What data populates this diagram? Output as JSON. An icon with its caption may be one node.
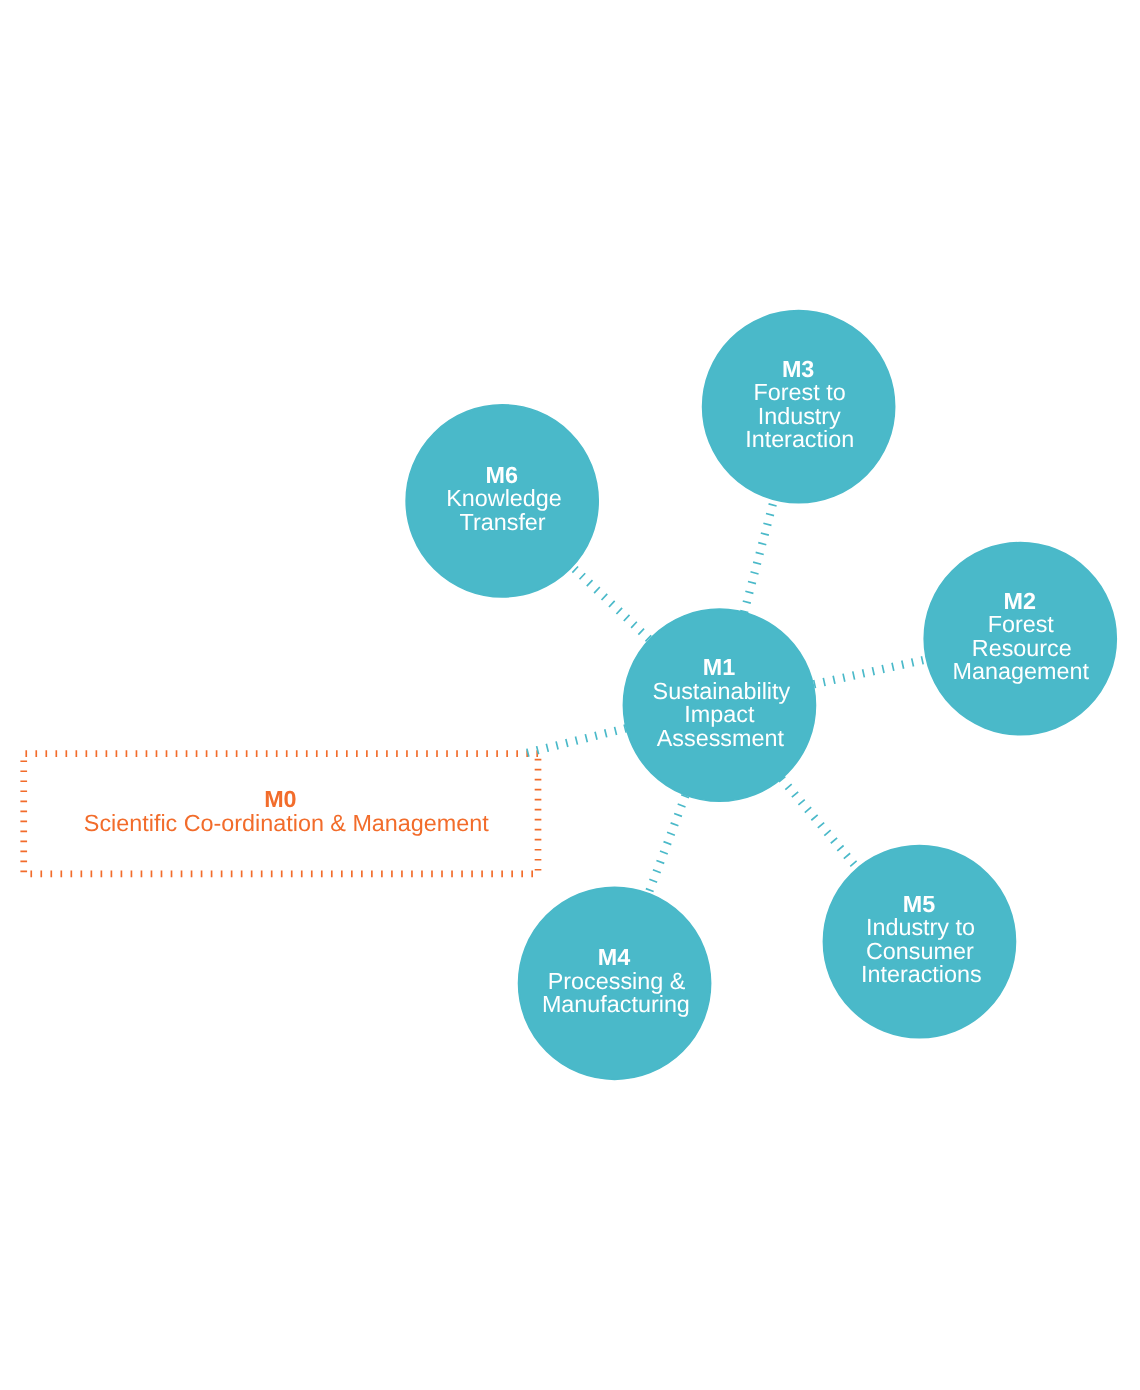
{
  "diagram": {
    "nodes": [
      {
        "text": [
          "M6",
          "Knowledge Transfer"
        ]
      },
      {
        "text": [
          "M2",
          "Forest Resource Management"
        ]
      },
      {
        "text": [
          "M5",
          "Industry to Consumer Interactions"
        ]
      },
      {
        "text": [
          "M1",
          "Sustainability Impact Assessment"
        ]
      },
      {
        "text": [
          "M3",
          "Forest to Industry Interaction"
        ]
      },
      {
        "text": [
          "M4",
          "Processing & Manufacturing"
        ]
      },
      {
        "text": [
          "M0",
          "Scientific Co-ordination & Management"
        ]
      }
    ],
    "edges": [
      {
        "from": 3,
        "to": 0,
        "arrow": "none"
      },
      {
        "from": 3,
        "to": 1,
        "arrow": "none"
      },
      {
        "from": 3,
        "to": 2,
        "arrow": "none"
      },
      {
        "from": 3,
        "to": 4,
        "arrow": "none"
      },
      {
        "from": 3,
        "to": 5,
        "arrow": "none"
      },
      {
        "from": 3,
        "to": 6,
        "arrow": "none"
      }
    ]
  }
}
